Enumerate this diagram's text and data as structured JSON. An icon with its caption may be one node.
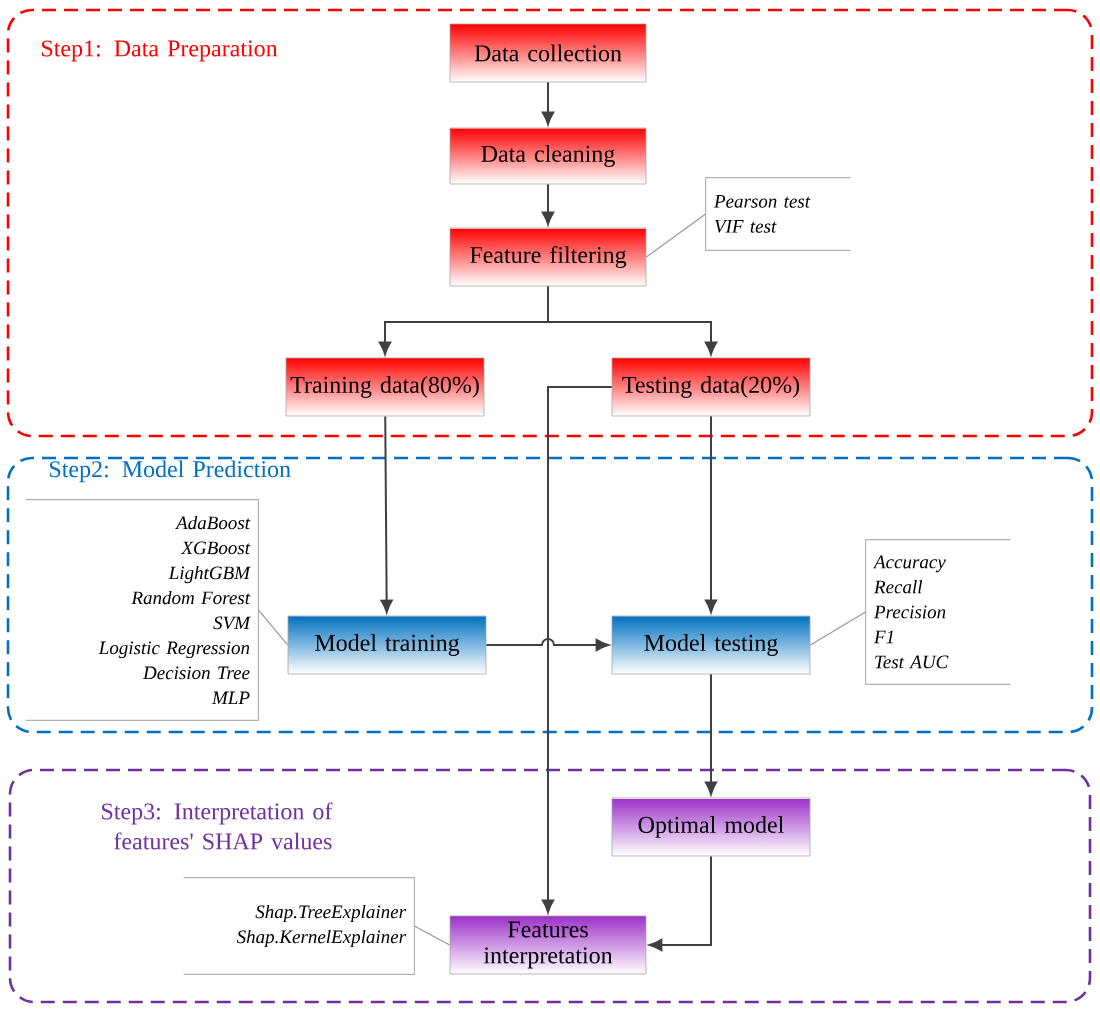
{
  "diagram": {
    "nodes": [
      {
        "text": [
          "Step1: Data Preparation"
        ]
      },
      {
        "text": [
          "Data collection"
        ],
        "in": 0
      },
      {
        "text": [
          "Data cleaning"
        ],
        "in": 0
      },
      {
        "text": [
          "Feature filtering"
        ],
        "in": 0
      },
      {
        "text": [
          "Pearson test",
          "VIF test"
        ],
        "in": 0
      },
      {
        "text": [
          "Training data(80%)"
        ],
        "in": 0
      },
      {
        "text": [
          "Testing data(20%)"
        ],
        "in": 0
      },
      {
        "text": [
          "Step2: Model Prediction"
        ]
      },
      {
        "text": [
          "AdaBoost",
          "XGBoost",
          "LightGBM",
          "Random Forest",
          "SVM",
          "Logistic Regression",
          "Decision Tree",
          "MLP"
        ],
        "in": 7
      },
      {
        "text": [
          "Model training"
        ],
        "in": 7
      },
      {
        "text": [
          "Model testing"
        ],
        "in": 7
      },
      {
        "text": [
          "Accuracy",
          "Recall",
          "Precision",
          "F1",
          "Test AUC"
        ],
        "in": 7
      },
      {
        "text": [
          "Step3: Interpretation of features' SHAP values"
        ]
      },
      {
        "text": [
          "Optimal model"
        ],
        "in": 12
      },
      {
        "text": [
          "Features interpretation"
        ],
        "in": 12
      },
      {
        "text": [
          "Shap.TreeExplainer",
          "Shap.KernelExplainer"
        ],
        "in": 12
      }
    ],
    "edges": [
      {
        "from": 1,
        "to": 2,
        "arrow": "to"
      },
      {
        "from": 2,
        "to": 3,
        "arrow": "to"
      },
      {
        "from": 4,
        "to": 3,
        "arrow": "none",
        "color": "#999999"
      },
      {
        "from": 3,
        "to": 5,
        "arrow": "to"
      },
      {
        "from": 3,
        "to": 6,
        "arrow": "to"
      },
      {
        "from": 5,
        "to": 9,
        "arrow": "to"
      },
      {
        "from": 6,
        "to": 10,
        "arrow": "to"
      },
      {
        "from": 8,
        "to": 9,
        "arrow": "none",
        "color": "#999999"
      },
      {
        "from": 9,
        "to": 10,
        "arrow": "to"
      },
      {
        "from": 11,
        "to": 10,
        "arrow": "none",
        "color": "#999999"
      },
      {
        "from": 6,
        "to": 14,
        "arrow": "to"
      },
      {
        "from": 10,
        "to": 13,
        "arrow": "to"
      },
      {
        "from": 13,
        "to": 14,
        "arrow": "to"
      },
      {
        "from": 15,
        "to": 14,
        "arrow": "none",
        "color": "#999999"
      }
    ]
  }
}
